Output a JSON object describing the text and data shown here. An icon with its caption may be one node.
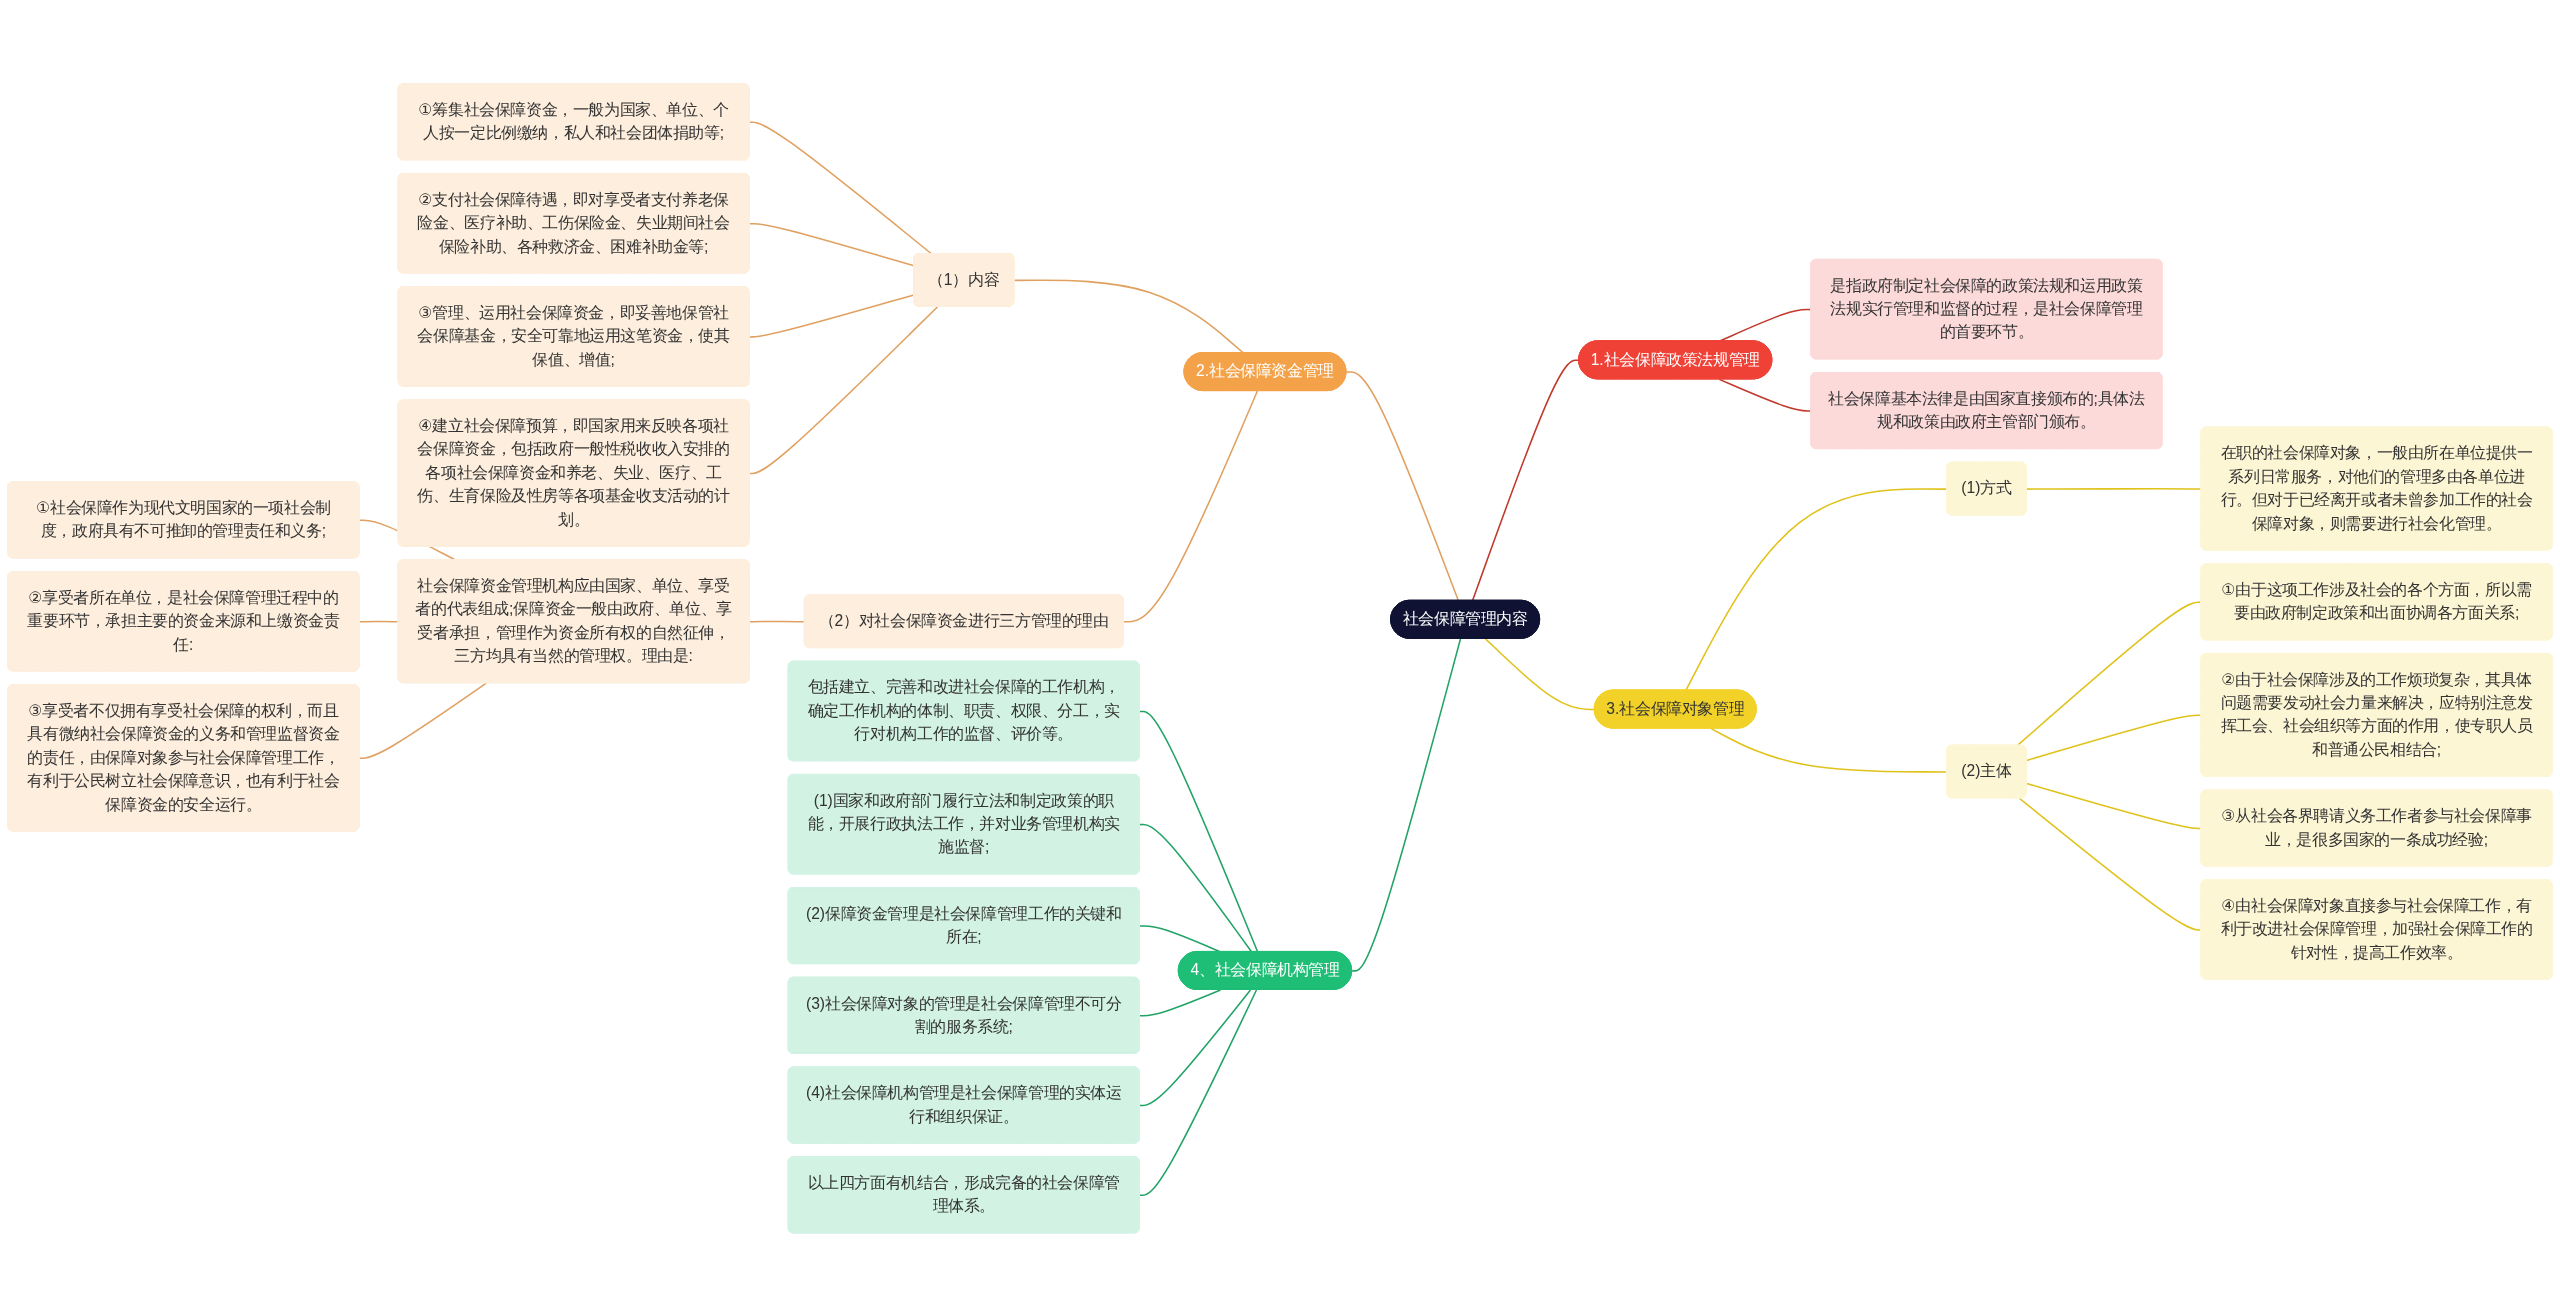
{
  "diagram": {
    "nodes": [
      {
        "text": [
          "社会保障管理内容"
        ]
      },
      {
        "text": [
          "1.社会保障政策法规管理"
        ]
      },
      {
        "text": [
          "是指政府制定社会保障的政策法规和运用政策法规实行管理和监督的过程，是社会保障管理的首要环节。"
        ]
      },
      {
        "text": [
          "社会保障基本法律是由国家直接颁布的;具体法规和政策由政府主管部门颁布。"
        ]
      },
      {
        "text": [
          "2.社会保障资金管理"
        ]
      },
      {
        "text": [
          "（1）内容"
        ]
      },
      {
        "text": [
          "①筹集社会保障资金，一般为国家、单位、个人按一定比例缴纳，私人和社会团体捐助等;"
        ]
      },
      {
        "text": [
          "②支付社会保障待遇，即对享受者支付养老保险金、医疗补助、工伤保险金、失业期间社会保险补助、各种救济金、困难补助金等;"
        ]
      },
      {
        "text": [
          "③管理、运用社会保障资金，即妥善地保管社会保障基金，安全可靠地运用这笔资金，使其保值、增值;"
        ]
      },
      {
        "text": [
          "④建立社会保障预算，即国家用来反映各项社会保障资金，包括政府一般性税收收入安排的各项社会保障资金和养老、失业、医疗、工伤、生育保险及性房等各项基金收支活动的计划。"
        ]
      },
      {
        "text": [
          "（2）对社会保障资金进行三方管理的理由"
        ]
      },
      {
        "text": [
          "社会保障资金管理机构应由国家、单位、享受者的代表组成;保障资金一般由政府、单位、享受者承担，管理作为资金所有权的自然征伸，三方均具有当然的管理权。理由是:"
        ]
      },
      {
        "text": [
          "①社会保障作为现代文明国家的一项社会制度，政府具有不可推卸的管理责任和义务;"
        ]
      },
      {
        "text": [
          "②享受者所在单位，是社会保障管理迁程中的重要环节，承担主要的资金来源和上缴资金责任:"
        ]
      },
      {
        "text": [
          "③享受者不仅拥有享受社会保障的权利，而且具有微纳社会保障资金的义务和管理监督资金的责任，由保障对象参与社会保障管理工作，有利于公民树立社会保障意识，也有利于社会保障资金的安全运行。"
        ]
      },
      {
        "text": [
          "3.社会保障对象管理"
        ]
      },
      {
        "text": [
          "(1)方式"
        ]
      },
      {
        "text": [
          "在职的社会保障对象，一般由所在单位提供一系列日常服务，对他们的管理多由各单位进行。但对于已经离开或者未曾参加工作的社会保障对象，则需要进行社会化管理。"
        ]
      },
      {
        "text": [
          "(2)主体"
        ]
      },
      {
        "text": [
          "①由于这项工作涉及社会的各个方面，所以需要由政府制定政策和出面协调各方面关系;"
        ]
      },
      {
        "text": [
          "②由于社会保障涉及的工作烦琐复杂，其具体问题需要发动社会力量来解决，应特别注意发挥工会、社会组织等方面的作用，使专职人员和普通公民相结合;"
        ]
      },
      {
        "text": [
          "③从社会各界聘请义务工作者参与社会保障事业，是很多国家的一条成功经验;"
        ]
      },
      {
        "text": [
          "④由社会保障对象直接参与社会保障工作，有利于改进社会保障管理，加强社会保障工作的针对性，提高工作效率。"
        ]
      },
      {
        "text": [
          "4、社会保障机构管理"
        ]
      },
      {
        "text": [
          "包括建立、完善和改进社会保障的工作机构，确定工作机构的体制、职责、权限、分工，实行对机构工作的监督、评价等。"
        ]
      },
      {
        "text": [
          "(1)国家和政府部门履行立法和制定政策的职能，开展行政执法工作，并对业务管理机构实施监督;"
        ]
      },
      {
        "text": [
          "(2)保障资金管理是社会保障管理工作的关键和所在;"
        ]
      },
      {
        "text": [
          "(3)社会保障对象的管理是社会保障管理不可分割的服务系统;"
        ]
      },
      {
        "text": [
          "(4)社会保障机构管理是社会保障管理的实体运行和组织保证。"
        ]
      },
      {
        "text": [
          "以上四方面有机结合，形成完备的社会保障管理体系。"
        ]
      }
    ],
    "edges": [
      {
        "from": 0,
        "to": 1,
        "arrow": "none",
        "color": "#c0392b"
      },
      {
        "from": 1,
        "to": 2,
        "arrow": "none",
        "color": "#c0392b"
      },
      {
        "from": 1,
        "to": 3,
        "arrow": "none",
        "color": "#c0392b"
      },
      {
        "from": 0,
        "to": 4,
        "arrow": "none"
      },
      {
        "from": 4,
        "to": 5,
        "arrow": "none"
      },
      {
        "from": 5,
        "to": 6,
        "arrow": "none"
      },
      {
        "from": 5,
        "to": 7,
        "arrow": "none"
      },
      {
        "from": 5,
        "to": 8,
        "arrow": "none"
      },
      {
        "from": 5,
        "to": 9,
        "arrow": "none"
      },
      {
        "from": 4,
        "to": 10,
        "arrow": "none"
      },
      {
        "from": 10,
        "to": 11,
        "arrow": "none"
      },
      {
        "from": 11,
        "to": 12,
        "arrow": "none"
      },
      {
        "from": 11,
        "to": 13,
        "arrow": "none"
      },
      {
        "from": 11,
        "to": 14,
        "arrow": "none"
      },
      {
        "from": 0,
        "to": 15,
        "arrow": "none",
        "color": "#e0c21a"
      },
      {
        "from": 15,
        "to": 16,
        "arrow": "none",
        "color": "#e0c21a"
      },
      {
        "from": 16,
        "to": 17,
        "arrow": "none",
        "color": "#e0c21a"
      },
      {
        "from": 15,
        "to": 18,
        "arrow": "none",
        "color": "#e0c21a"
      },
      {
        "from": 18,
        "to": 19,
        "arrow": "none",
        "color": "#e0c21a"
      },
      {
        "from": 18,
        "to": 20,
        "arrow": "none",
        "color": "#e0c21a"
      },
      {
        "from": 18,
        "to": 21,
        "arrow": "none",
        "color": "#e0c21a"
      },
      {
        "from": 18,
        "to": 22,
        "arrow": "none",
        "color": "#e0c21a"
      },
      {
        "from": 0,
        "to": 23,
        "arrow": "none",
        "color": "#21a366"
      },
      {
        "from": 23,
        "to": 24,
        "arrow": "none",
        "color": "#21a366"
      },
      {
        "from": 23,
        "to": 25,
        "arrow": "none",
        "color": "#21a366"
      },
      {
        "from": 23,
        "to": 26,
        "arrow": "none",
        "color": "#21a366"
      },
      {
        "from": 23,
        "to": 27,
        "arrow": "none",
        "color": "#21a366"
      },
      {
        "from": 23,
        "to": 28,
        "arrow": "none",
        "color": "#21a366"
      },
      {
        "from": 23,
        "to": 29,
        "arrow": "none",
        "color": "#21a366"
      }
    ]
  }
}
